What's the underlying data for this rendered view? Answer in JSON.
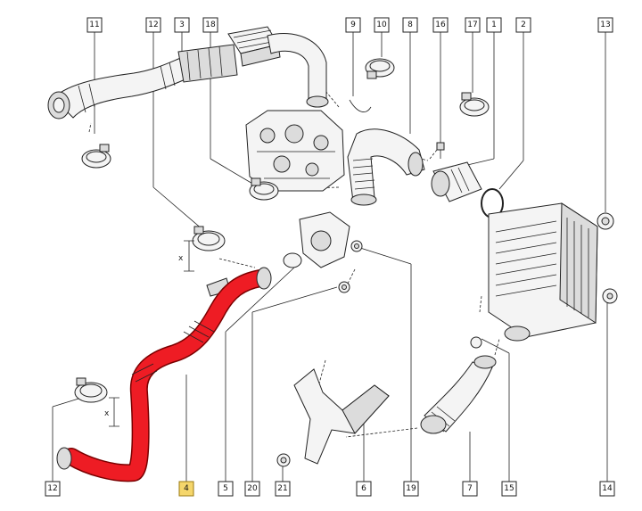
{
  "diagram": {
    "callouts": [
      {
        "id": "11",
        "label": "11"
      },
      {
        "id": "12-top",
        "label": "12"
      },
      {
        "id": "3",
        "label": "3"
      },
      {
        "id": "18",
        "label": "18"
      },
      {
        "id": "9",
        "label": "9"
      },
      {
        "id": "10",
        "label": "10"
      },
      {
        "id": "8",
        "label": "8"
      },
      {
        "id": "16",
        "label": "16"
      },
      {
        "id": "17",
        "label": "17"
      },
      {
        "id": "1",
        "label": "1"
      },
      {
        "id": "2",
        "label": "2"
      },
      {
        "id": "13",
        "label": "13"
      },
      {
        "id": "12-bottom",
        "label": "12"
      },
      {
        "id": "4",
        "label": "4",
        "highlighted": true
      },
      {
        "id": "5",
        "label": "5"
      },
      {
        "id": "20",
        "label": "20"
      },
      {
        "id": "21",
        "label": "21"
      },
      {
        "id": "6",
        "label": "6"
      },
      {
        "id": "19",
        "label": "19"
      },
      {
        "id": "7",
        "label": "7"
      },
      {
        "id": "15",
        "label": "15"
      },
      {
        "id": "14",
        "label": "14"
      }
    ],
    "dimension_marks": [
      {
        "id": "dim-upper",
        "label": "x"
      },
      {
        "id": "dim-lower",
        "label": "x"
      }
    ],
    "colors": {
      "highlight_part": "#ee1c24",
      "highlight_callout": "#f5d66b",
      "line": "#222222"
    }
  }
}
